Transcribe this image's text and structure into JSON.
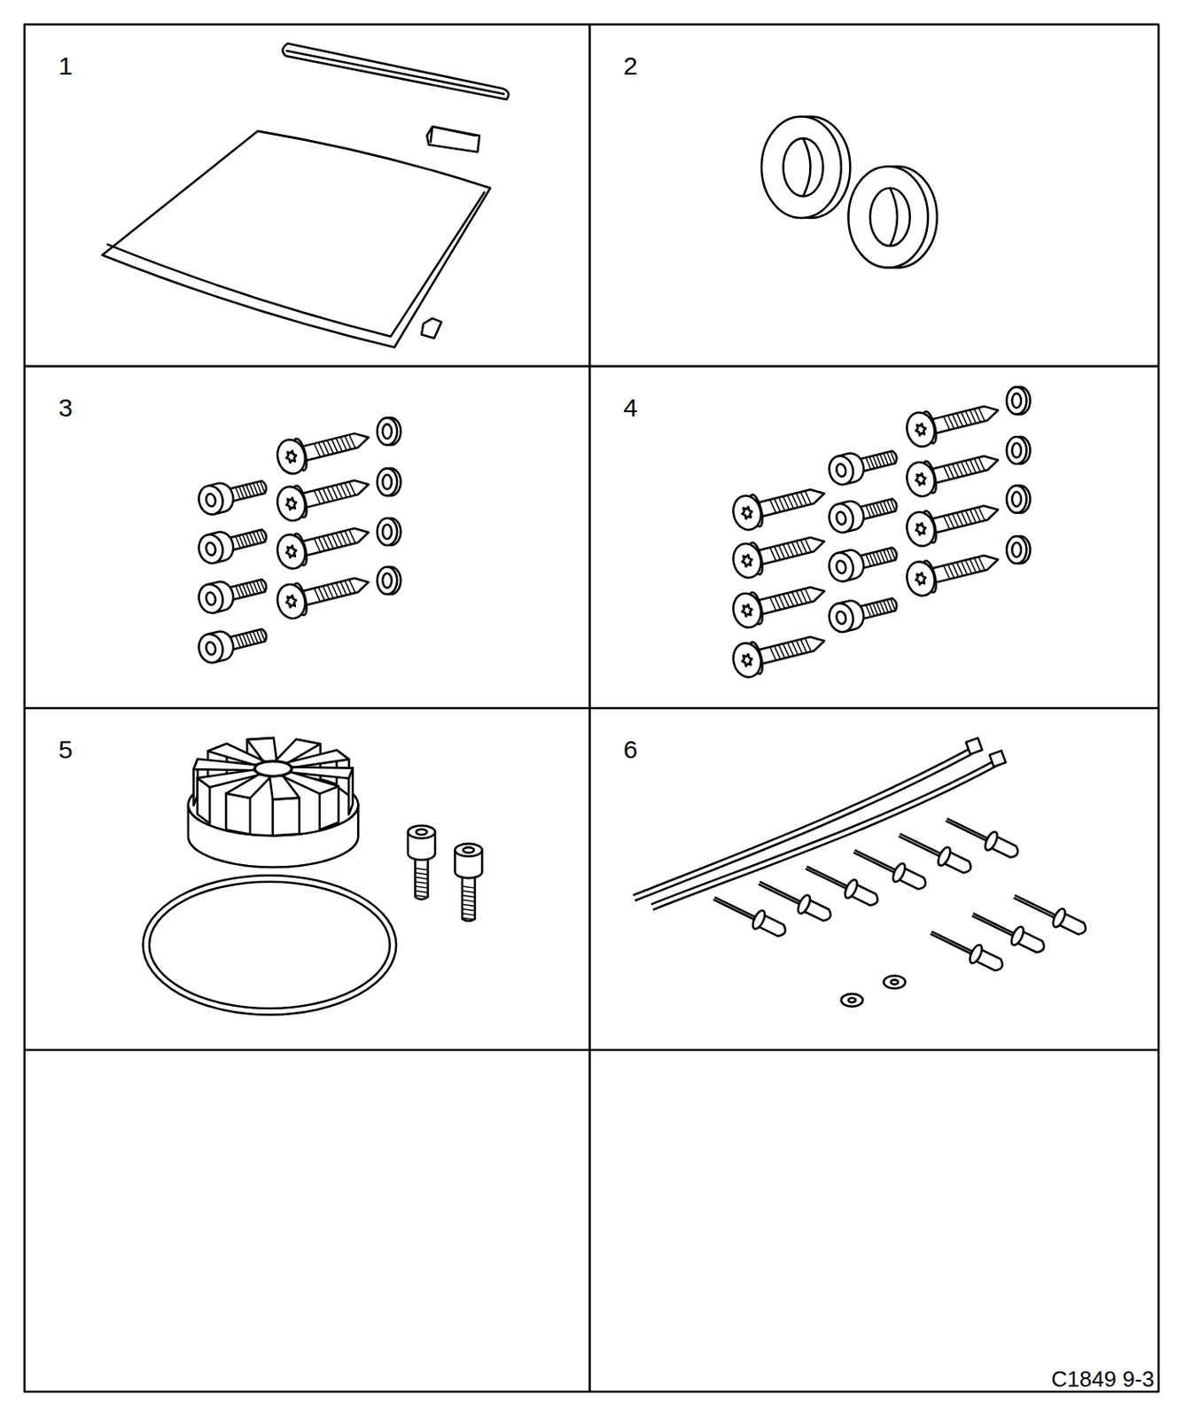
{
  "diagram": {
    "nodes": [
      {
        "text": [
          "1"
        ]
      },
      {
        "text": [
          "2"
        ]
      },
      {
        "text": [
          "3"
        ]
      },
      {
        "text": [
          "4"
        ]
      },
      {
        "text": [
          "5"
        ]
      },
      {
        "text": [
          "6"
        ]
      }
    ],
    "labels": [
      "C1849 9-3"
    ]
  }
}
